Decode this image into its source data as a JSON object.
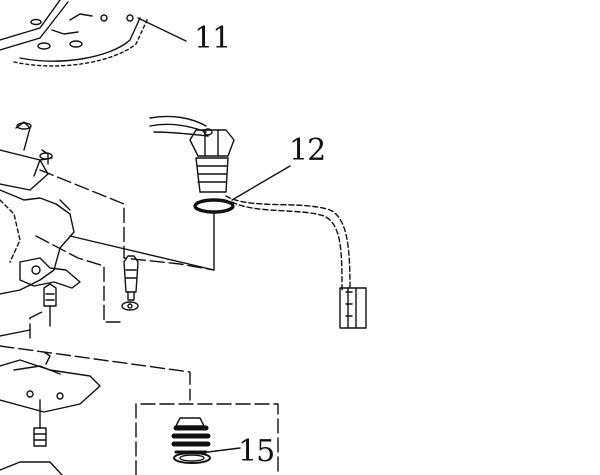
{
  "diagram": {
    "type": "exploded-parts-diagram",
    "callouts": [
      {
        "id": "callout-11",
        "label": "11"
      },
      {
        "id": "callout-12",
        "label": "12"
      },
      {
        "id": "callout-15",
        "label": "15"
      }
    ]
  },
  "colors": {
    "ink": "#111111",
    "paper": "#ffffff"
  }
}
